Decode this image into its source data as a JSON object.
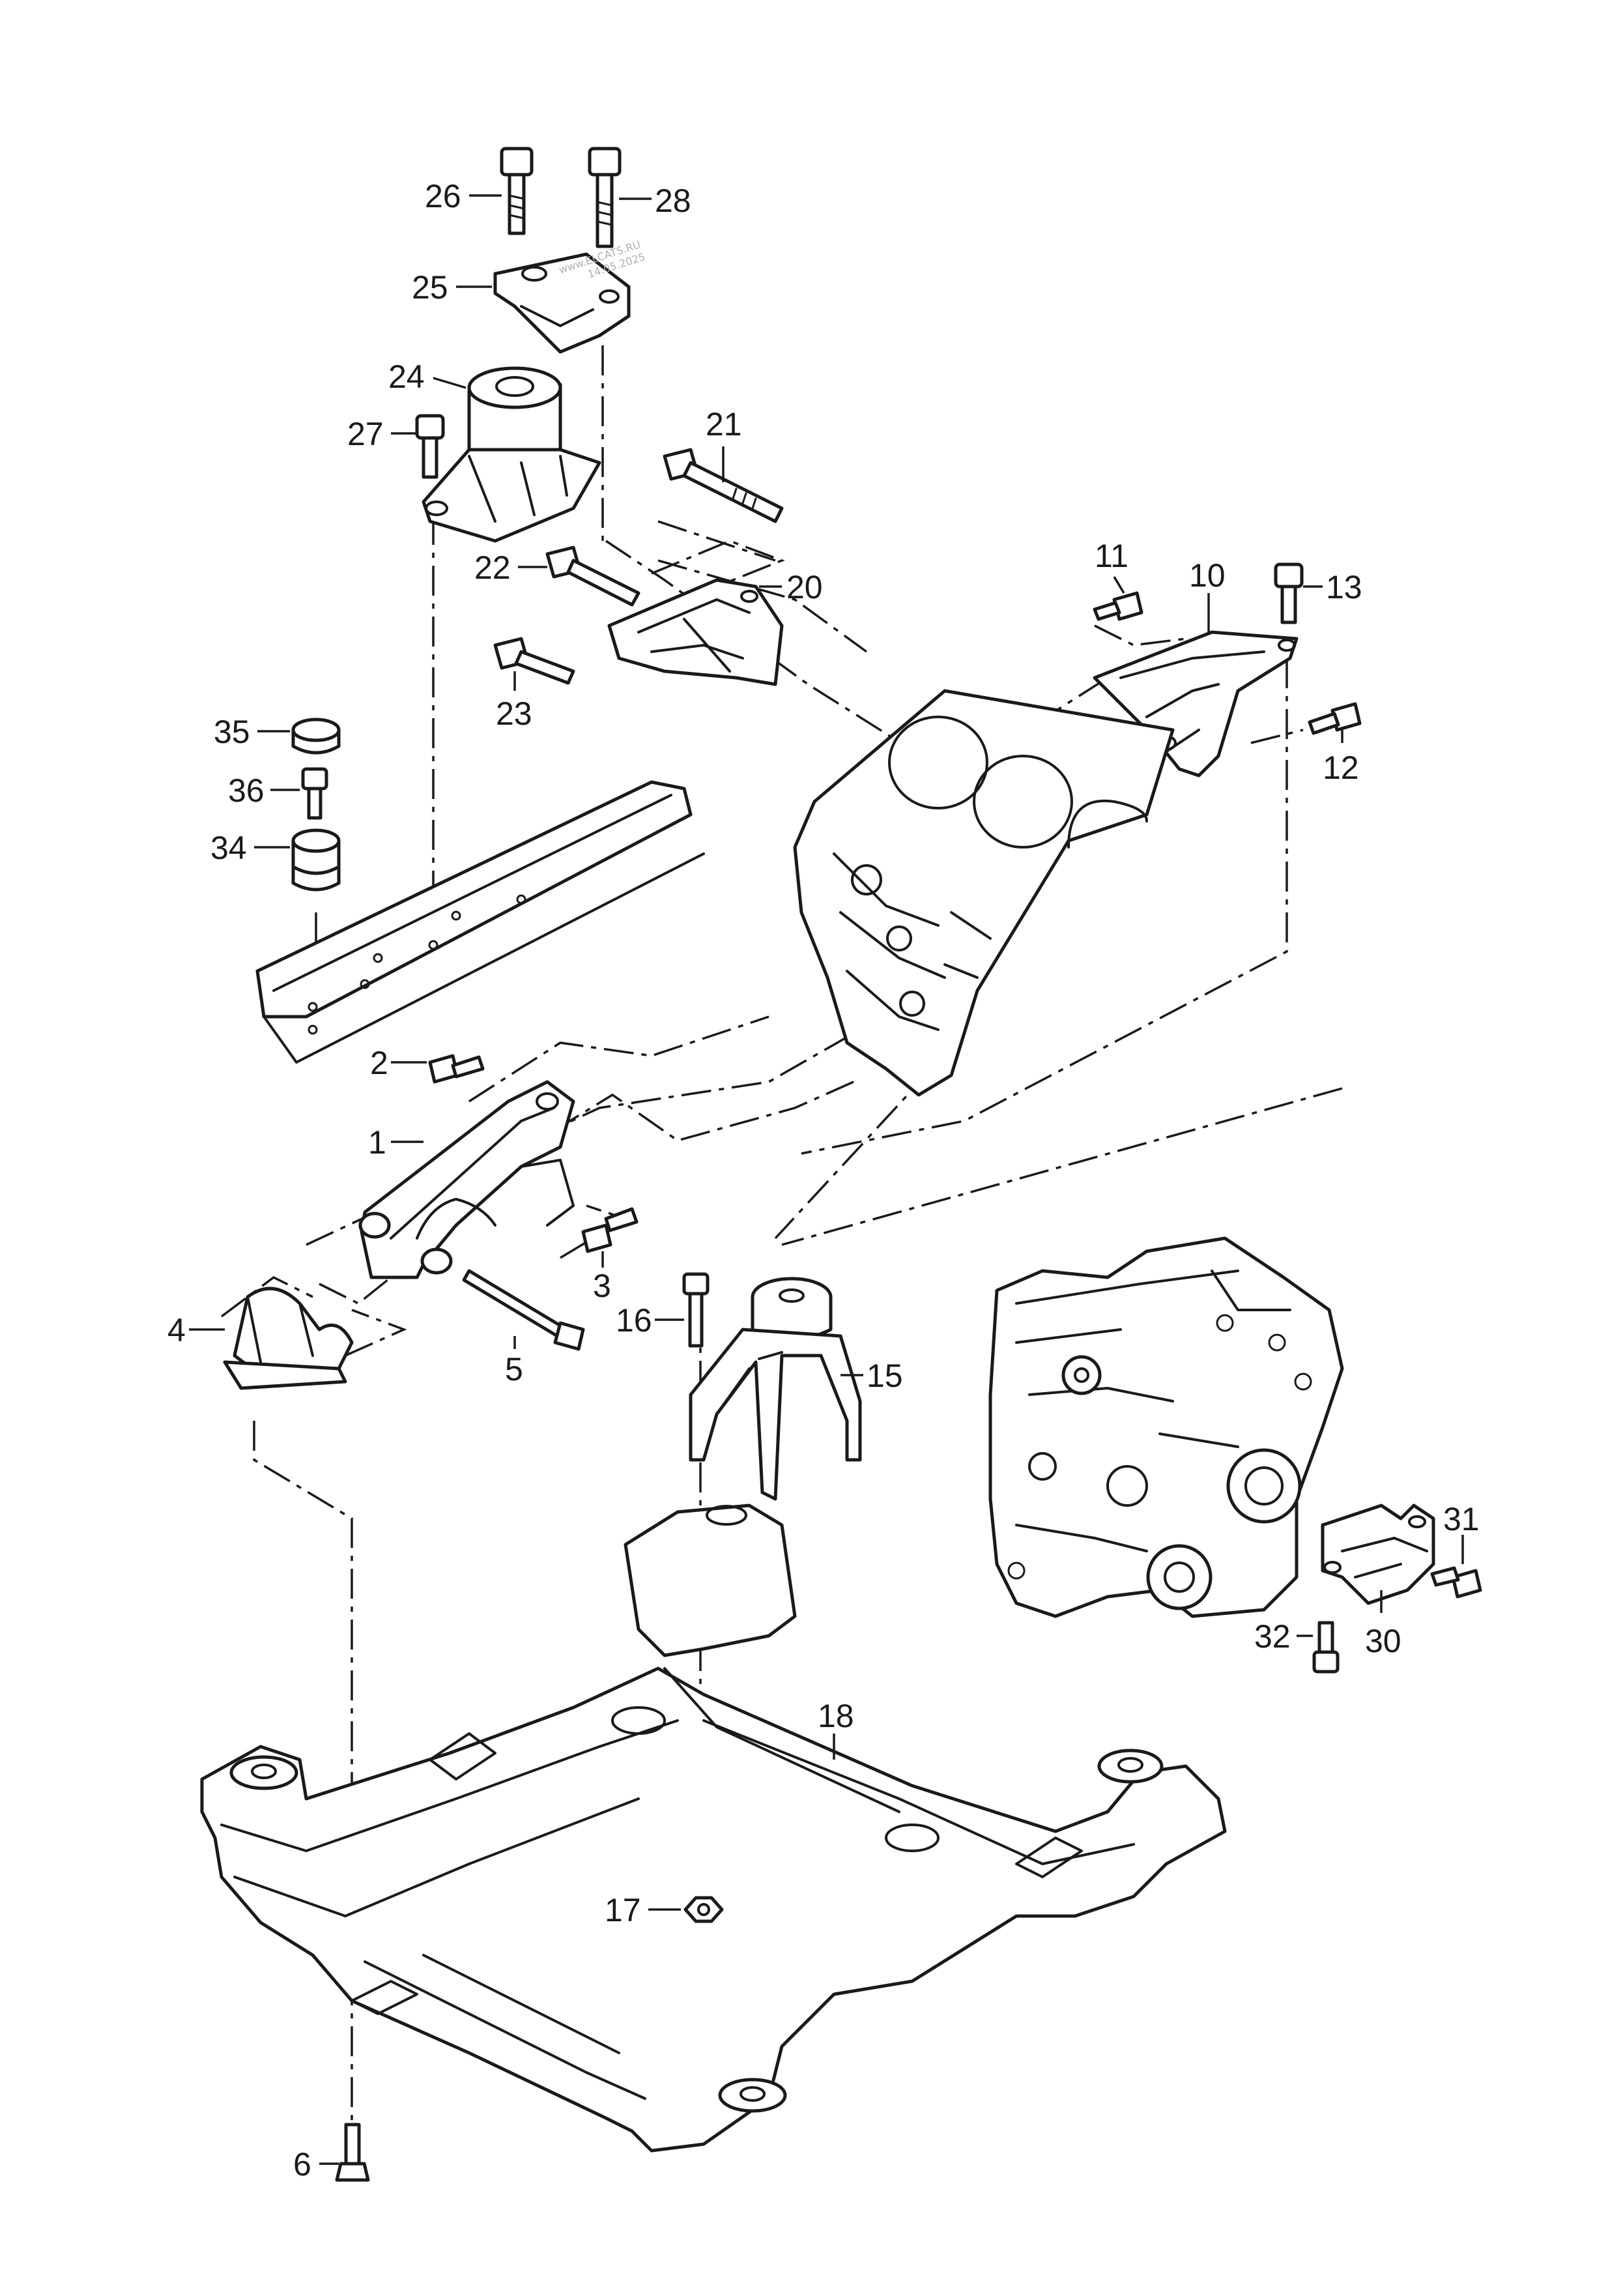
{
  "watermark": {
    "line1": "www.ELCATS.RU",
    "line2": "14.05.2025"
  },
  "callouts": [
    {
      "id": "26",
      "text": "26"
    },
    {
      "id": "28",
      "text": "28"
    },
    {
      "id": "25",
      "text": "25"
    },
    {
      "id": "24",
      "text": "24"
    },
    {
      "id": "27",
      "text": "27"
    },
    {
      "id": "21",
      "text": "21"
    },
    {
      "id": "22",
      "text": "22"
    },
    {
      "id": "20",
      "text": "20"
    },
    {
      "id": "23",
      "text": "23"
    },
    {
      "id": "11",
      "text": "11"
    },
    {
      "id": "10",
      "text": "10"
    },
    {
      "id": "13",
      "text": "13"
    },
    {
      "id": "12",
      "text": "12"
    },
    {
      "id": "35",
      "text": "35"
    },
    {
      "id": "36",
      "text": "36"
    },
    {
      "id": "34",
      "text": "34"
    },
    {
      "id": "2",
      "text": "2"
    },
    {
      "id": "1",
      "text": "1"
    },
    {
      "id": "3",
      "text": "3"
    },
    {
      "id": "4",
      "text": "4"
    },
    {
      "id": "5",
      "text": "5"
    },
    {
      "id": "16",
      "text": "16"
    },
    {
      "id": "15",
      "text": "15"
    },
    {
      "id": "31",
      "text": "31"
    },
    {
      "id": "32",
      "text": "32"
    },
    {
      "id": "30",
      "text": "30"
    },
    {
      "id": "18",
      "text": "18"
    },
    {
      "id": "17",
      "text": "17"
    },
    {
      "id": "6",
      "text": "6"
    }
  ]
}
